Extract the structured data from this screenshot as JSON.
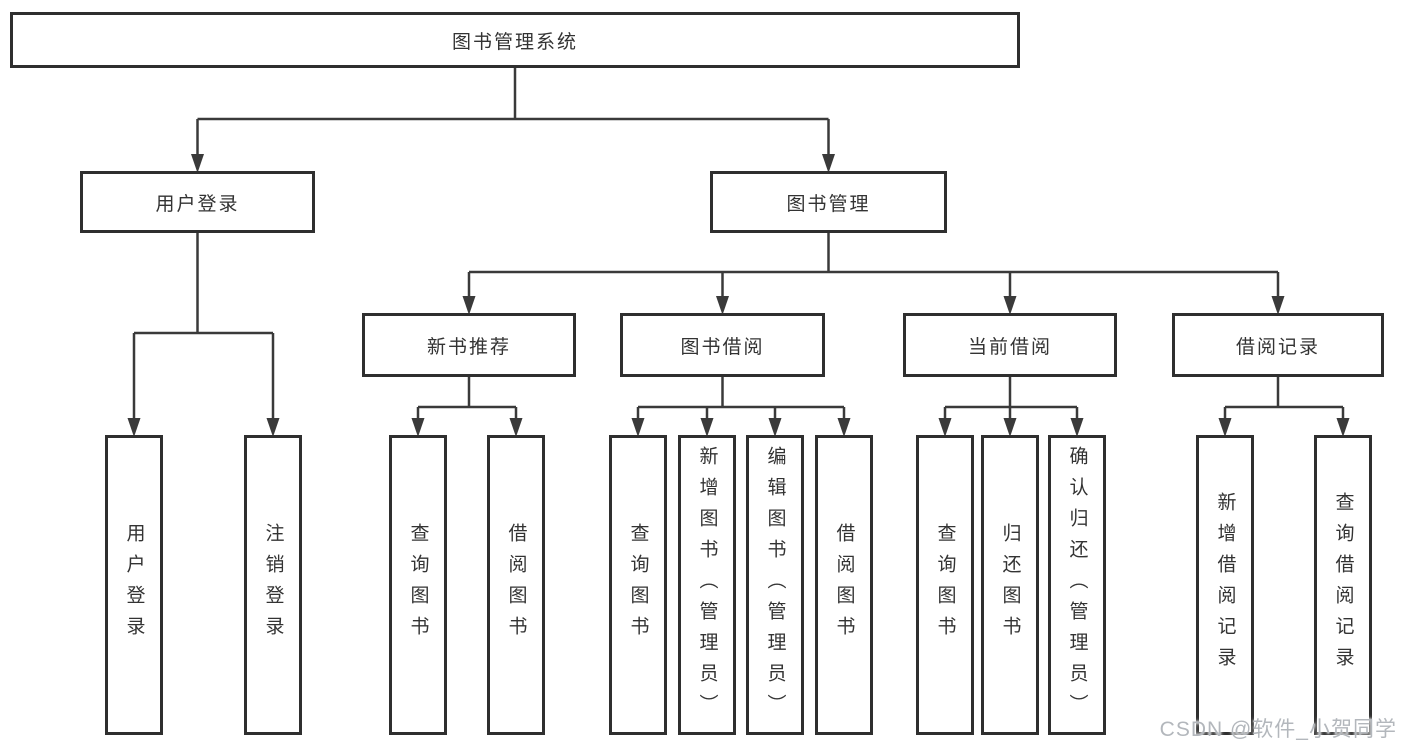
{
  "diagram_title": "图书管理系统",
  "watermark": "CSDN @软件_小贺同学",
  "colors": {
    "background": "#ffffff",
    "box_border": "#2f2f2f",
    "connector_line": "#3a3a3a",
    "text": "#333333",
    "watermark_text": "#b3b7bc"
  },
  "nodes": [
    {
      "id": "root",
      "label": "图书管理系统"
    },
    {
      "id": "user-login",
      "label": "用户登录"
    },
    {
      "id": "book-mgmt",
      "label": "图书管理"
    },
    {
      "id": "leaf-user-login",
      "label": "用户登录"
    },
    {
      "id": "leaf-logout",
      "label": "注销登录"
    },
    {
      "id": "new-book-rec",
      "label": "新书推荐"
    },
    {
      "id": "book-borrow",
      "label": "图书借阅"
    },
    {
      "id": "current-borrow",
      "label": "当前借阅"
    },
    {
      "id": "borrow-records",
      "label": "借阅记录"
    },
    {
      "id": "nbr-query-book",
      "label": "查询图书"
    },
    {
      "id": "nbr-borrow-book",
      "label": "借阅图书"
    },
    {
      "id": "bb-query-book",
      "label": "查询图书"
    },
    {
      "id": "bb-add-book",
      "label": "新增图书（管理员）"
    },
    {
      "id": "bb-edit-book",
      "label": "编辑图书（管理员）"
    },
    {
      "id": "bb-borrow-book",
      "label": "借阅图书"
    },
    {
      "id": "cb-query-book",
      "label": "查询图书"
    },
    {
      "id": "cb-return-book",
      "label": "归还图书"
    },
    {
      "id": "cb-confirm-return",
      "label": "确认归还（管理员）"
    },
    {
      "id": "br-add-record",
      "label": "新增借阅记录"
    },
    {
      "id": "br-query-record",
      "label": "查询借阅记录"
    }
  ],
  "edges": [
    {
      "parent": "root",
      "children": [
        "user-login",
        "book-mgmt"
      ]
    },
    {
      "parent": "user-login",
      "children": [
        "leaf-user-login",
        "leaf-logout"
      ]
    },
    {
      "parent": "book-mgmt",
      "children": [
        "new-book-rec",
        "book-borrow",
        "current-borrow",
        "borrow-records"
      ]
    },
    {
      "parent": "new-book-rec",
      "children": [
        "nbr-query-book",
        "nbr-borrow-book"
      ]
    },
    {
      "parent": "book-borrow",
      "children": [
        "bb-query-book",
        "bb-add-book",
        "bb-edit-book",
        "bb-borrow-book"
      ]
    },
    {
      "parent": "current-borrow",
      "children": [
        "cb-query-book",
        "cb-return-book",
        "cb-confirm-return"
      ]
    },
    {
      "parent": "borrow-records",
      "children": [
        "br-add-record",
        "br-query-record"
      ]
    }
  ]
}
